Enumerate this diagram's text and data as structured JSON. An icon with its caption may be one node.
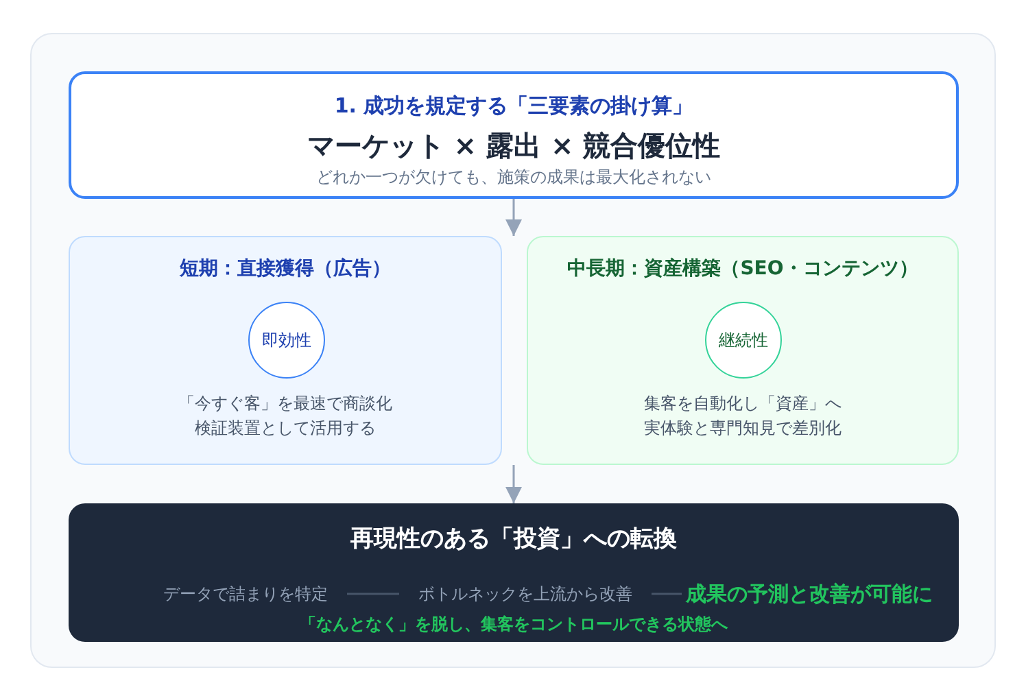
{
  "diagram": {
    "nodes": [
      {
        "text": [
          "1. 成功を規定する「三要素の掛け算」",
          "マーケット × 露出 × 競合優位性",
          "どれか一つが欠けても、施策の成果は最大化されない"
        ]
      },
      {
        "text": [
          "短期：直接獲得（広告）",
          "「今すぐ客」を最速で商談化",
          "検証装置として活用する"
        ]
      },
      {
        "text": [
          "即効性"
        ],
        "in": 1
      },
      {
        "text": [
          "中長期：資産構築（SEO・コンテンツ）",
          "集客を自動化し「資産」へ",
          "実体験と専門知見で差別化"
        ]
      },
      {
        "text": [
          "継続性"
        ],
        "in": 3
      },
      {
        "text": [
          "再現性のある「投資」への転換",
          "「なんとなく」を脱し、集客をコントロールできる状態へ"
        ]
      },
      {
        "text": [
          "データで詰まりを特定"
        ],
        "in": 5
      },
      {
        "text": [
          "ボトルネックを上流から改善"
        ],
        "in": 5
      },
      {
        "text": [
          "成果の予測と改善が可能に"
        ],
        "in": 5
      }
    ],
    "edges": [
      {
        "from": 0,
        "to": 1,
        "arrow": "to"
      },
      {
        "from": 0,
        "to": 3,
        "arrow": "to"
      },
      {
        "from": 1,
        "to": 5,
        "arrow": "to"
      },
      {
        "from": 3,
        "to": 5,
        "arrow": "to"
      },
      {
        "from": 6,
        "to": 7,
        "arrow": "none"
      },
      {
        "from": 7,
        "to": 8,
        "arrow": "none"
      }
    ]
  }
}
